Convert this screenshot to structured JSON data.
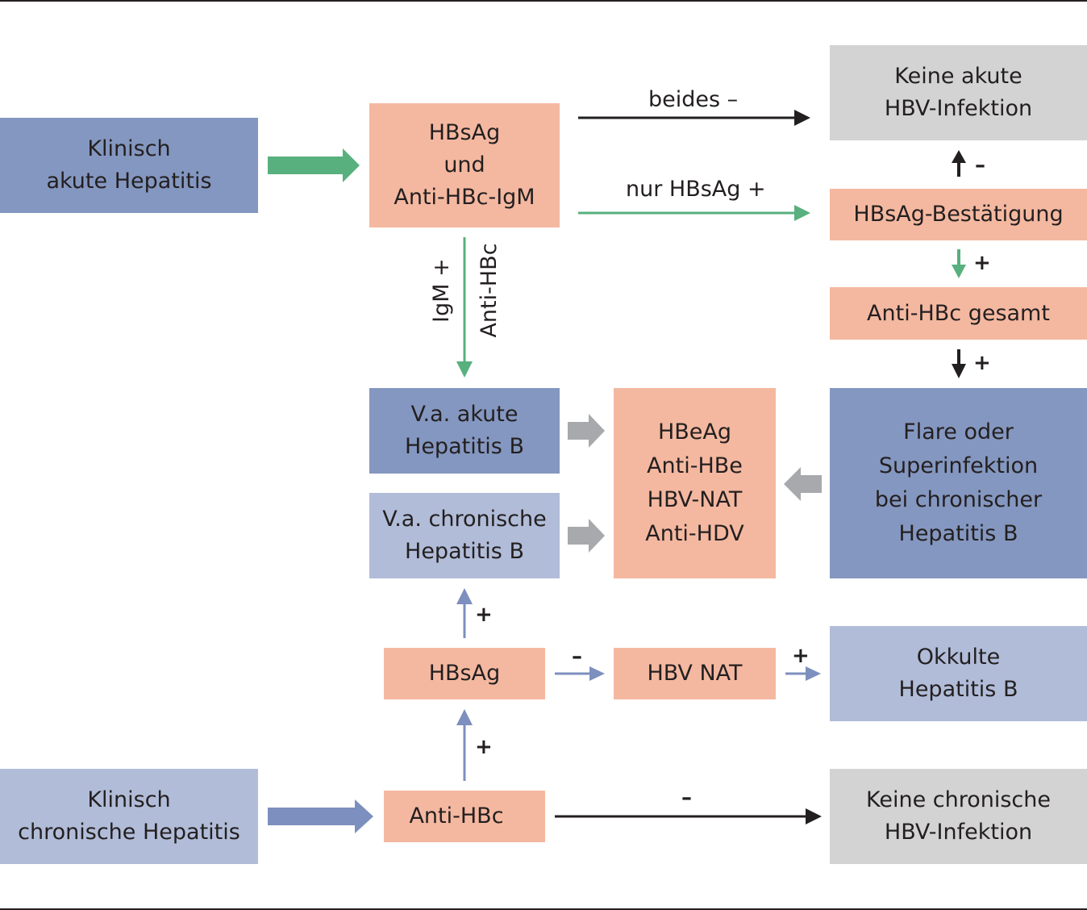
{
  "colors": {
    "dark_blue": "#8497c0",
    "light_blue": "#b1bcd8",
    "salmon": "#f4b8a0",
    "gray": "#d3d3d4",
    "green": "#58b07e",
    "blue_arrow": "#7d8fbe",
    "gray_arrow": "#a7a9ac",
    "black": "#231f20"
  },
  "boxes": {
    "acute_clinical": [
      "Klinisch",
      "akute Hepatitis"
    ],
    "first_test": [
      "HBsAg",
      "und",
      "Anti-HBc-IgM"
    ],
    "no_acute": [
      "Keine akute",
      "HBV-Infektion"
    ],
    "hbsag_confirm": [
      "HBsAg-Bestätigung"
    ],
    "antihbc_total": [
      "Anti-HBc gesamt"
    ],
    "suspect_acute": [
      "V.a. akute",
      "Hepatitis B"
    ],
    "suspect_chronic": [
      "V.a. chronische",
      "Hepatitis B"
    ],
    "markers": [
      "HBeAg",
      "Anti-HBe",
      "HBV-NAT",
      "Anti-HDV"
    ],
    "flare": [
      "Flare oder",
      "Superinfektion",
      "bei chronischer",
      "Hepatitis B"
    ],
    "hbsag": [
      "HBsAg"
    ],
    "hbv_nat": [
      "HBV NAT"
    ],
    "occult": [
      "Okkulte",
      "Hepatitis B"
    ],
    "chronic_clinical": [
      "Klinisch",
      "chronische Hepatitis"
    ],
    "antihbc": [
      "Anti-HBc"
    ],
    "no_chronic": [
      "Keine chronische",
      "HBV-Infektion"
    ]
  },
  "labels": {
    "beides": "beides –",
    "nur_hbsag": "nur HBsAg +",
    "vertical_igm": "IgM +",
    "vertical_antihbc": "Anti-HBc",
    "minus": "–",
    "plus": "+"
  }
}
